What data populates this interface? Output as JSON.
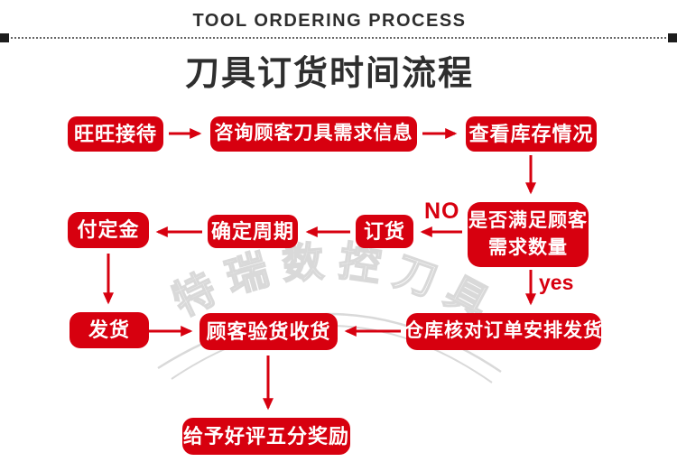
{
  "header": {
    "title_en": "TOOL ORDERING PROCESS",
    "title_zh": "刀具订货时间流程"
  },
  "watermark": {
    "text": "特瑞数控刀具"
  },
  "branch_labels": {
    "no": "NO",
    "yes": "yes"
  },
  "colors": {
    "accent_red": "#d7000f",
    "title_color": "#2e2e2e",
    "watermark_gray": "#d9d9d9"
  },
  "flowchart": {
    "nodes": [
      {
        "id": "reception",
        "label": "旺旺接待"
      },
      {
        "id": "consult-demand",
        "label": "咨询顾客刀具需求信息"
      },
      {
        "id": "check-stock",
        "label": "查看库存情况"
      },
      {
        "id": "stock-sufficient",
        "label": "是否满足顾客需求数量"
      },
      {
        "id": "place-order",
        "label": "订货"
      },
      {
        "id": "confirm-cycle",
        "label": "确定周期"
      },
      {
        "id": "pay-deposit",
        "label": "付定金"
      },
      {
        "id": "ship-goods",
        "label": "发货"
      },
      {
        "id": "inspect-receive",
        "label": "顾客验货收货"
      },
      {
        "id": "warehouse-arrange",
        "label": "仓库核对订单安排发货"
      },
      {
        "id": "five-star-reward",
        "label": "给予好评五分奖励"
      }
    ],
    "edges": [
      {
        "from": "reception",
        "to": "consult-demand"
      },
      {
        "from": "consult-demand",
        "to": "check-stock"
      },
      {
        "from": "check-stock",
        "to": "stock-sufficient"
      },
      {
        "from": "stock-sufficient",
        "to": "place-order",
        "label": "NO"
      },
      {
        "from": "place-order",
        "to": "confirm-cycle"
      },
      {
        "from": "confirm-cycle",
        "to": "pay-deposit"
      },
      {
        "from": "pay-deposit",
        "to": "ship-goods"
      },
      {
        "from": "stock-sufficient",
        "to": "warehouse-arrange",
        "label": "yes"
      },
      {
        "from": "ship-goods",
        "to": "inspect-receive"
      },
      {
        "from": "warehouse-arrange",
        "to": "inspect-receive"
      },
      {
        "from": "inspect-receive",
        "to": "five-star-reward"
      }
    ]
  }
}
